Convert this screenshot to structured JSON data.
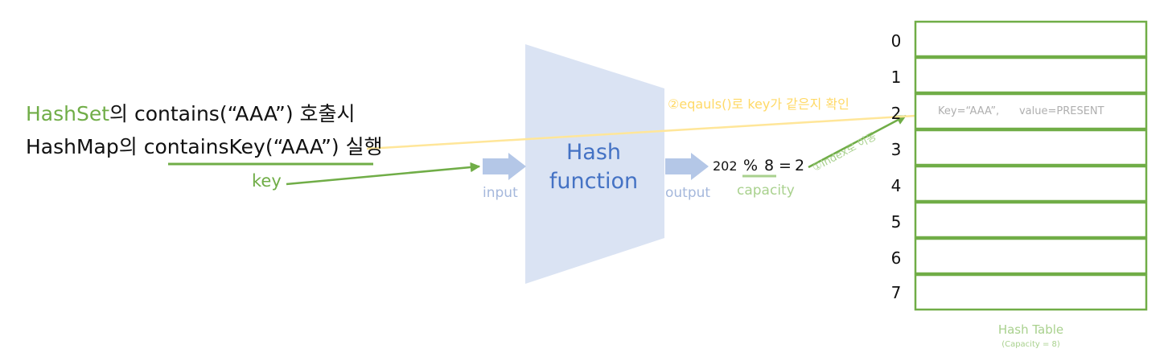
{
  "caller": {
    "line1_prefix": "HashSet",
    "line1_rest": "의 contains(“AAA”) 호출시",
    "line2_prefix": "HashMap의 ",
    "line2_highlight": "containsKey(“AAA”)",
    "line2_suffix": " 실행"
  },
  "key_label": "key",
  "input_label": "input",
  "output_label": "output",
  "hash_function": {
    "line1": "Hash",
    "line2": "function"
  },
  "modulo": {
    "hash_value": "202",
    "operator": "%",
    "capacity_value": "8",
    "equals": "=",
    "result": "2",
    "capacity_label": "capacity"
  },
  "step1_label": "①Index로 이동",
  "step2_label": "②eqauls()로 key가 같은지 확인",
  "hash_table": {
    "rows": [
      "0",
      "1",
      "2",
      "3",
      "4",
      "5",
      "6",
      "7"
    ],
    "cell_text": "Key=“AAA”,      value=PRESENT",
    "title": "Hash Table",
    "subtitle": "(Capacity = 8)"
  },
  "colors": {
    "green": "#70AD47",
    "yellow": "#FFE699",
    "hash_fill": "#DAE3F3",
    "arrow_blue": "#B4C7E7",
    "hash_text": "#4472C4"
  }
}
